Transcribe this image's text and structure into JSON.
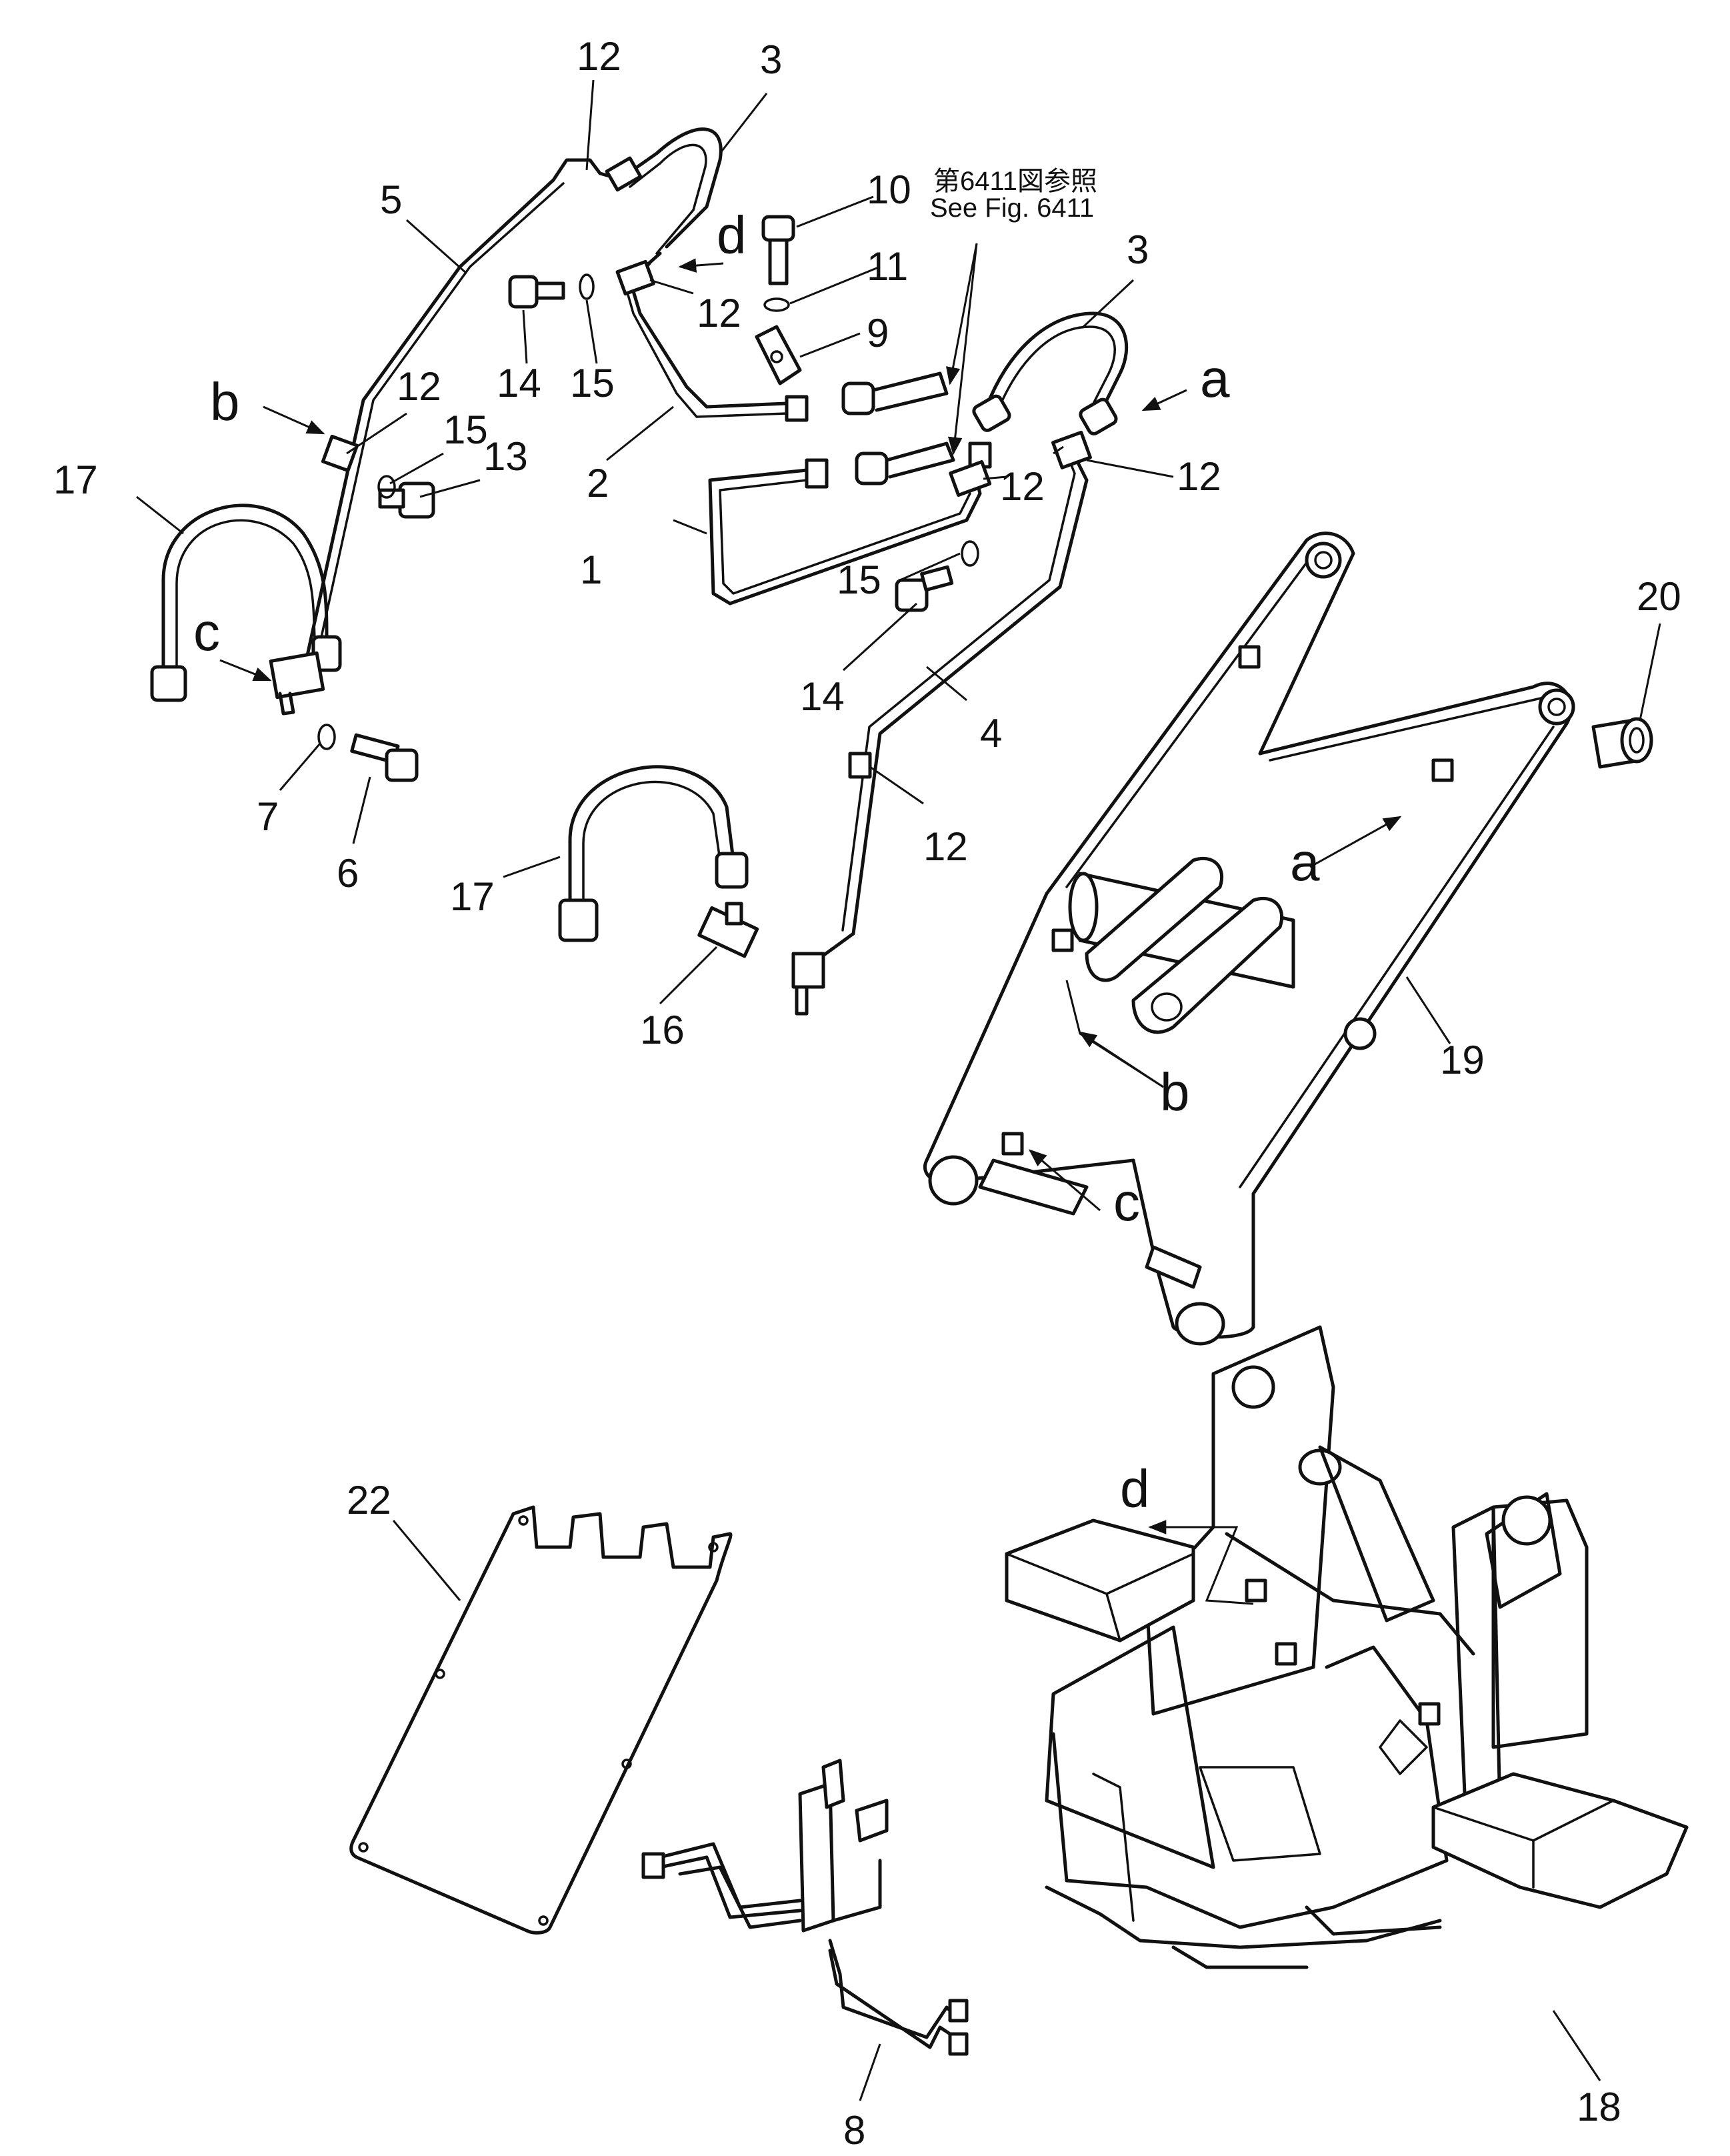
{
  "reference_note": {
    "japanese": "第6411図参照",
    "english": "See Fig. 6411"
  },
  "callouts": {
    "n1": "1",
    "n2": "2",
    "n3a": "3",
    "n3b": "3",
    "n4": "4",
    "n5": "5",
    "n6": "6",
    "n7": "7",
    "n8": "8",
    "n9": "9",
    "n10": "10",
    "n11": "11",
    "n12a": "12",
    "n12b": "12",
    "n12c": "12",
    "n12d": "12",
    "n12e": "12",
    "n12f": "12",
    "n13": "13",
    "n14a": "14",
    "n14b": "14",
    "n15a": "15",
    "n15b": "15",
    "n15c": "15",
    "n16": "16",
    "n17a": "17",
    "n17b": "17",
    "n18": "18",
    "n19": "19",
    "n20": "20",
    "n22": "22"
  },
  "connection_markers": {
    "a1": "a",
    "a2": "a",
    "b1": "b",
    "b2": "b",
    "c1": "c",
    "c2": "c",
    "d1": "d",
    "d2": "d"
  }
}
